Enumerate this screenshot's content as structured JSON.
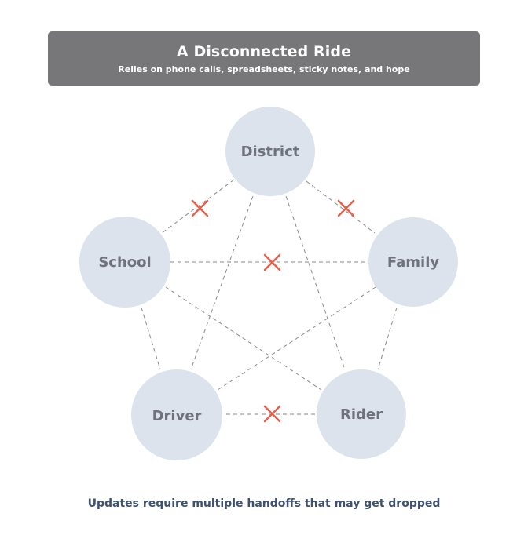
{
  "banner": {
    "title": "A Disconnected Ride",
    "subtitle": "Relies on phone calls, spreadsheets, sticky notes, and hope"
  },
  "nodes": {
    "district": "District",
    "school": "School",
    "family": "Family",
    "driver": "Driver",
    "rider": "Rider"
  },
  "footer": "Updates require multiple handoffs that may get dropped",
  "colors": {
    "banner": "#77777a",
    "node_fill": "#dde3ec",
    "node_text": "#6f727a",
    "connector": "#8a8a8a",
    "broken_marker": "#e8604c",
    "footer_text": "#3d5170"
  }
}
